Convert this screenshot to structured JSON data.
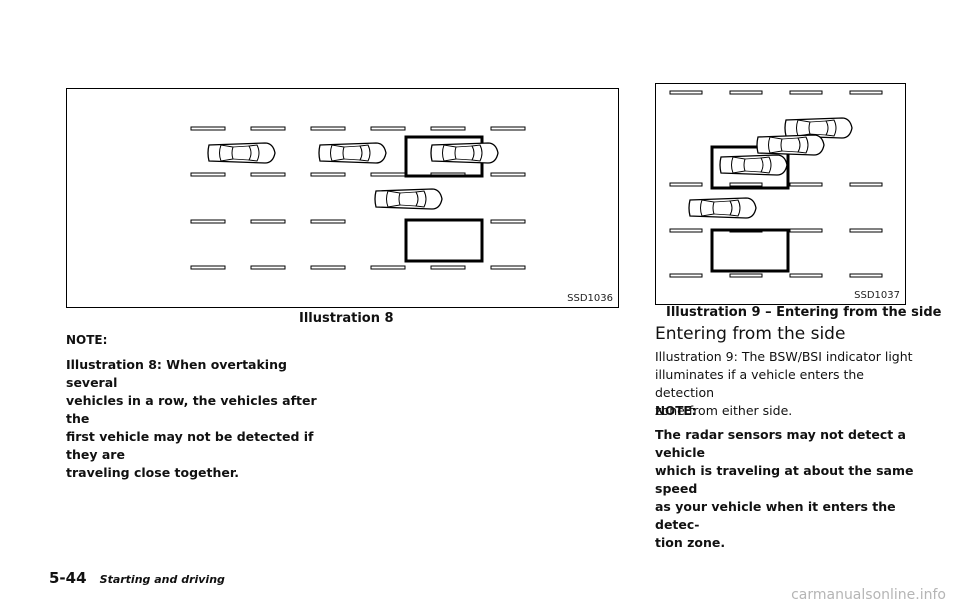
{
  "left": {
    "figure_code": "SSD1036",
    "caption": "Illustration 8",
    "note_label": "NOTE:",
    "note_lines": [
      "Illustration 8: When overtaking several",
      "vehicles in a row, the vehicles after the",
      "first vehicle may not be detected if they are",
      "traveling close together."
    ]
  },
  "right": {
    "figure_code": "SSD1037",
    "caption": "Illustration 9 – Entering from the side",
    "heading": "Entering from the side",
    "intro_lines": [
      "Illustration 9: The BSW/BSI indicator light",
      "illuminates if a vehicle enters the detection",
      "zone from either side."
    ],
    "note_label": "NOTE:",
    "note_lines": [
      "The radar sensors may not detect a vehicle",
      "which is traveling at about the same speed",
      "as your vehicle when it enters the detec-",
      "tion zone."
    ]
  },
  "footer": {
    "page_number": "5-44",
    "section": "Starting and driving"
  },
  "watermark": "carmanualsonline.info"
}
